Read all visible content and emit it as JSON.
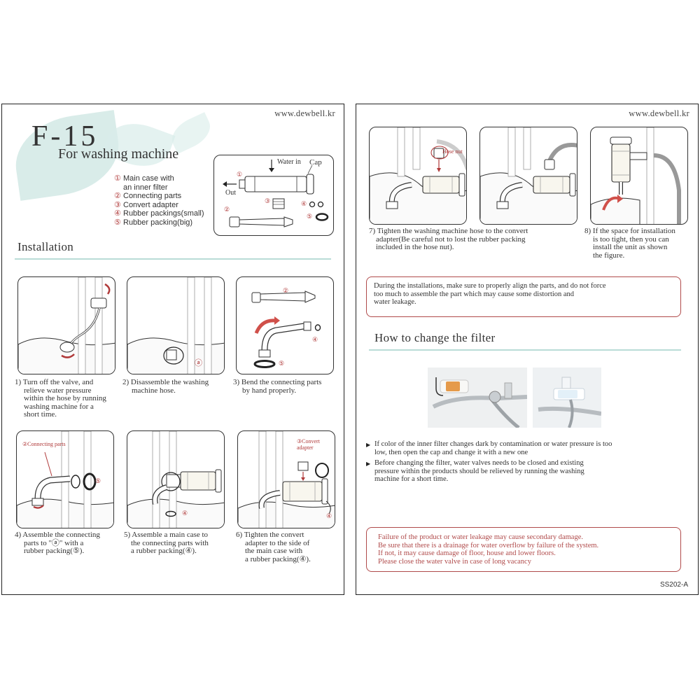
{
  "left_page": {
    "website": "www.dewbell.kr",
    "product_code": "F-15",
    "subtitle": "For washing machine",
    "parts": [
      {
        "num": "①",
        "lines": [
          "Main case with",
          "an inner filter"
        ]
      },
      {
        "num": "②",
        "lines": [
          "Connecting parts"
        ]
      },
      {
        "num": "③",
        "lines": [
          "Convert adapter"
        ]
      },
      {
        "num": "④",
        "lines": [
          "Rubber packings(small)"
        ]
      },
      {
        "num": "⑤",
        "lines": [
          "Rubber packing(big)"
        ]
      }
    ],
    "diagram": {
      "water_in": "Water in",
      "cap": "Cap",
      "out": "Out",
      "n1": "①",
      "n2": "②",
      "n3": "③",
      "n4": "④",
      "n5": "⑤"
    },
    "installation_title": "Installation",
    "steps": [
      {
        "lines": [
          "1) Turn off the valve, and",
          "relieve water pressure",
          "within the hose by running",
          "washing machine for a",
          "short time."
        ]
      },
      {
        "lines": [
          "2) Disassemble the washing",
          "machine hose."
        ],
        "marker": "ⓐ"
      },
      {
        "lines": [
          "3) Bend the connecting parts",
          "by hand properly."
        ],
        "n2": "②",
        "n4": "④",
        "n5": "⑤"
      },
      {
        "lines": [
          "4) Assemble the connecting",
          "parts to \"ⓐ\" with a",
          "rubber packing(⑤)."
        ],
        "label": "②Connecting parts",
        "n5": "⑤"
      },
      {
        "lines": [
          "5) Assemble a main case to",
          "the connecting parts with",
          "a rubber packing(④)."
        ],
        "n4": "④"
      },
      {
        "lines": [
          "6) Tighten the convert",
          "adapter to the side of",
          "the main case with",
          "a rubber packing(④)."
        ],
        "label": "③Convert adapter",
        "n4": "④"
      }
    ]
  },
  "right_page": {
    "website": "www.dewbell.kr",
    "step7": {
      "lines": [
        "7) Tighten the washing machine hose to the convert",
        "adapter(Be careful not to lost the rubber packing",
        "included in the hose nut)."
      ],
      "hose_nut": "Hose nut"
    },
    "step8": {
      "lines": [
        "8) If the space for installation",
        "is too tight, then you can",
        "install the unit as shown",
        "the figure."
      ]
    },
    "install_notice": [
      "During the installations, make sure to properly align the parts, and do not force",
      "too much to assemble the part which may cause some distortion and",
      "water leakage."
    ],
    "change_title": "How to change the filter",
    "bullets": [
      [
        "If color of the inner filter changes dark by contamination or water pressure is too",
        "low, then open the cap and change it with a new one"
      ],
      [
        "Before changing the filter, water valves needs to be closed and existing",
        "pressure within the products should be relieved by running the washing",
        "machine for a short time."
      ]
    ],
    "warning": [
      "Failure of the product or water leakage may cause secondary damage.",
      "Be sure that there is a drainage for water overflow by failure of the system.",
      "If not, it may cause damage of floor, house and lower floors.",
      "Please close the water valve in case of long vacancy"
    ],
    "doc_code": "SS202-A"
  },
  "colors": {
    "accent_red": "#b04a4a",
    "leaf_green": "#d9ece9",
    "rule_green": "#b9dcd6",
    "filter_orange": "#e59a4a"
  }
}
